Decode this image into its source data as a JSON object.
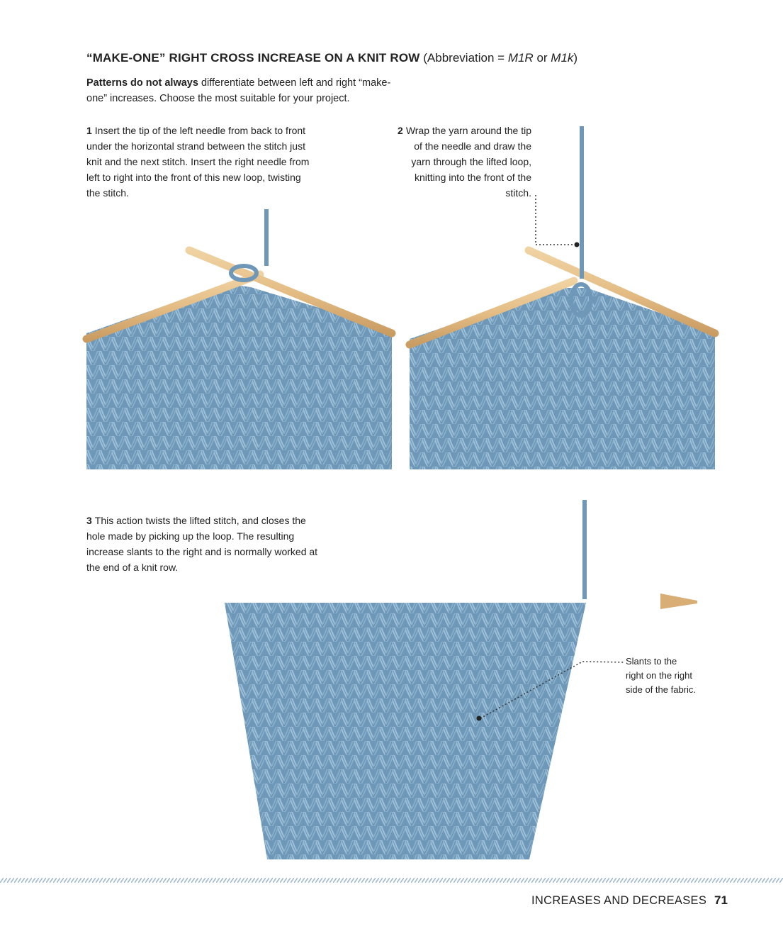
{
  "heading": {
    "main": "“MAKE-ONE” RIGHT CROSS INCREASE ON A KNIT ROW",
    "abbr_prefix": "(Abbreviation = ",
    "abbr_code1": "M1R",
    "abbr_or": " or ",
    "abbr_code2": "M1k",
    "abbr_suffix": ")"
  },
  "intro": {
    "bold": "Patterns do not always",
    "rest": " differentiate between left and right “make-one” increases. Choose the most suitable for your project."
  },
  "steps": [
    {
      "num": "1",
      "text": "Insert the tip of the left needle from back to front under the horizontal strand between the stitch just knit and the next stitch. Insert the right needle from left to right into the front of this new loop, twisting the stitch."
    },
    {
      "num": "2",
      "text": "Wrap the yarn around the tip of the needle and draw the yarn through the lifted loop, knitting into the front of the stitch."
    },
    {
      "num": "3",
      "text": "This action twists the lifted stitch, and closes the hole made by picking up the loop. The resulting increase slants to the right and is normally worked at the end of a knit row."
    }
  ],
  "callout": "Slants to the right on the right side of the fabric.",
  "footer": {
    "section": "INCREASES AND DECREASES",
    "page": "71"
  },
  "colors": {
    "yarn": "#6f98b8",
    "yarn_dark": "#4f7898",
    "needle": "#e4bd85",
    "footer_rule": "#9fb9cc"
  }
}
